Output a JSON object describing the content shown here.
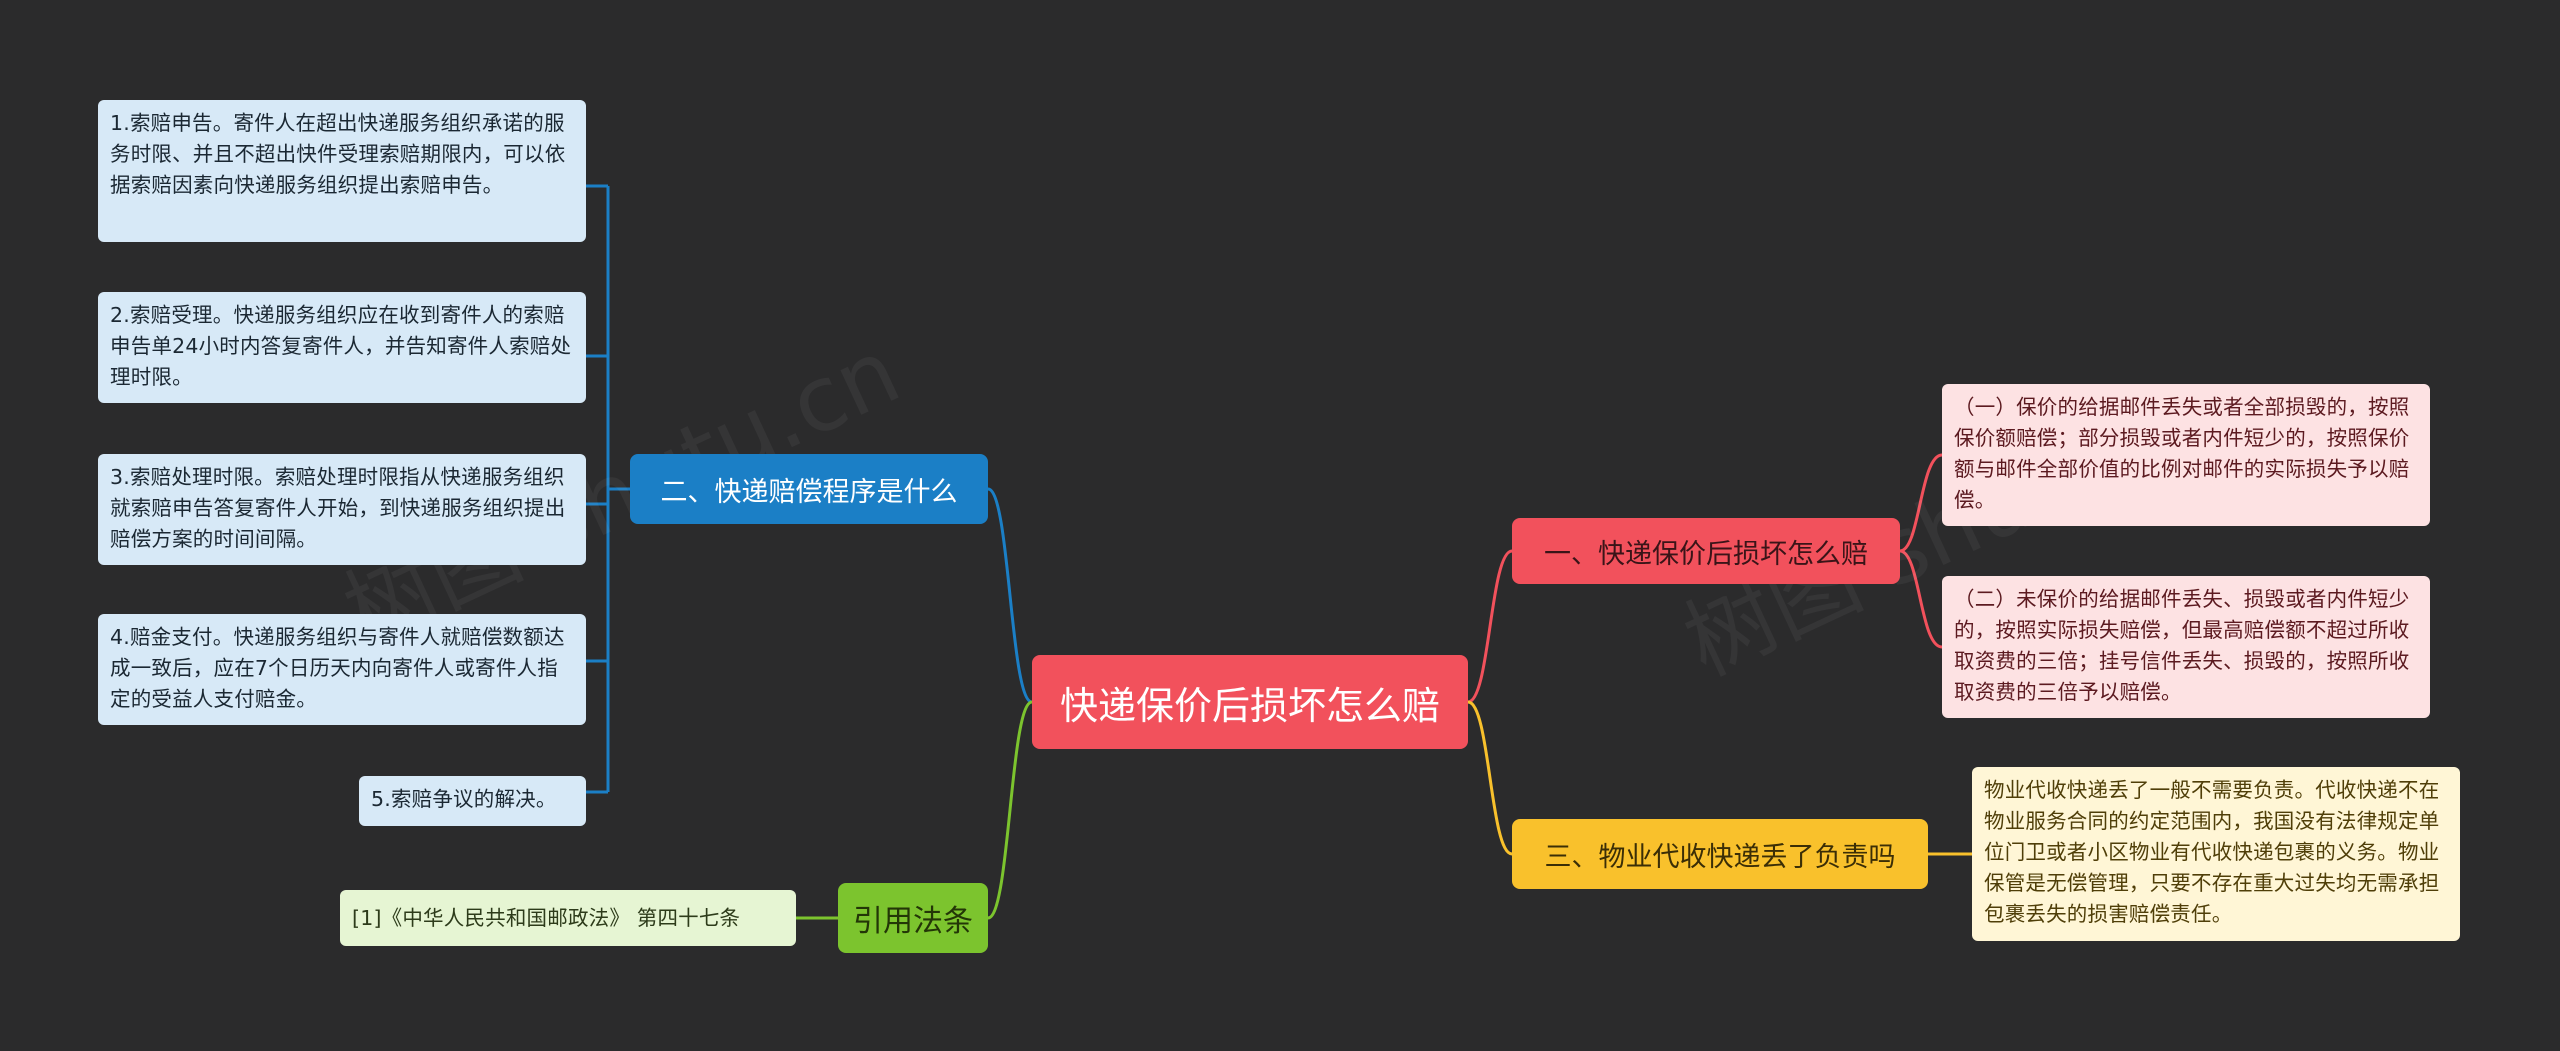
{
  "root": {
    "label": "快递保价后损坏怎么赔"
  },
  "branches": {
    "b1": {
      "label": "一、快递保价后损坏怎么赔",
      "items": [
        "（一）保价的给据邮件丢失或者全部损毁的，按照保价额赔偿；部分损毁或者内件短少的，按照保价额与邮件全部价值的比例对邮件的实际损失予以赔偿。",
        "（二）未保价的给据邮件丢失、损毁或者内件短少的，按照实际损失赔偿，但最高赔偿额不超过所收取资费的三倍；挂号信件丢失、损毁的，按照所收取资费的三倍予以赔偿。"
      ]
    },
    "b2": {
      "label": "二、快递赔偿程序是什么",
      "items": [
        "1.索赔申告。寄件人在超出快递服务组织承诺的服务时限、并且不超出快件受理索赔期限内，可以依据索赔因素向快递服务组织提出索赔申告。",
        "2.索赔受理。快递服务组织应在收到寄件人的索赔申告单24小时内答复寄件人，并告知寄件人索赔处理时限。",
        "3.索赔处理时限。索赔处理时限指从快递服务组织就索赔申告答复寄件人开始，到快递服务组织提出赔偿方案的时间间隔。",
        "4.赔金支付。快递服务组织与寄件人就赔偿数额达成一致后，应在7个日历天内向寄件人或寄件人指定的受益人支付赔金。",
        "5.索赔争议的解决。"
      ]
    },
    "b3": {
      "label": "三、物业代收快递丢了负责吗",
      "items": [
        "物业代收快递丢了一般不需要负责。代收快递不在物业服务合同的约定范围内，我国没有法律规定单位门卫或者小区物业有代收快递包裹的义务。物业保管是无偿管理，只要不存在重大过失均无需承担包裹丢失的损害赔偿责任。"
      ]
    },
    "b4": {
      "label": "引用法条",
      "items": [
        "[1]《中华人民共和国邮政法》 第四十七条"
      ]
    }
  },
  "colors": {
    "background": "#2b2b2c",
    "root": "#f2515c",
    "branch_red": "#f2515c",
    "branch_blue": "#1b7fc6",
    "branch_yellow": "#f9c12c",
    "branch_green": "#7cc42e"
  }
}
